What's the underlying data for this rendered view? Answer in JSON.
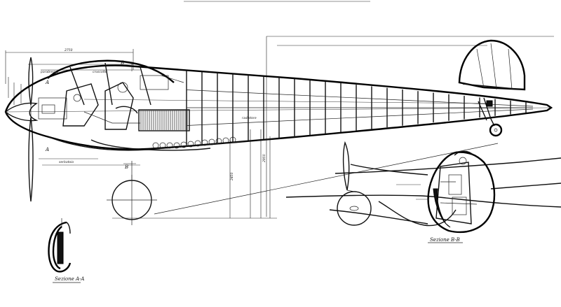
{
  "sheet": {
    "section_a_label": "Sezione A-A",
    "section_b_label": "Sezione B-B",
    "cut_a_mark": "A",
    "cut_b_mark": "B",
    "dimensions": [
      "2750",
      "2450",
      "2950"
    ],
    "notes": [
      "parabrezza",
      "cruscotto",
      "radiatore",
      "serbatoio"
    ]
  }
}
